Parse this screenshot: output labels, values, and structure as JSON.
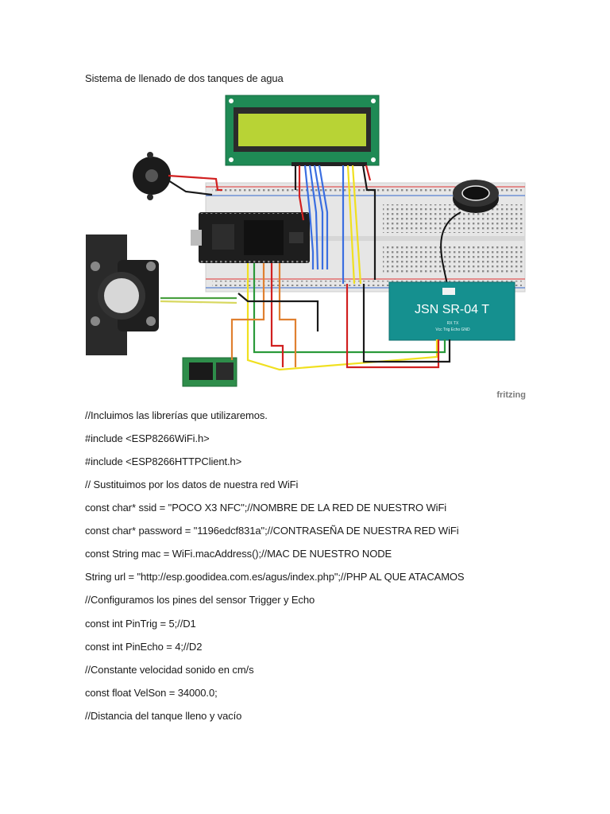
{
  "document": {
    "title": "Sistema de llenado de dos tanques de agua"
  },
  "figure": {
    "sensor_label": "JSN SR-04 T",
    "sensor_pins": "Vcc Trig Echo GND",
    "sensor_pins_top": "RX   TX",
    "watermark": "fritzing"
  },
  "code_lines": [
    "//Incluimos las librerías que utilizaremos.",
    "#include <ESP8266WiFi.h>",
    "#include <ESP8266HTTPClient.h>",
    "// Sustituimos por los datos de nuestra red WiFi",
    "const char* ssid = \"POCO X3 NFC\";//NOMBRE DE LA RED DE NUESTRO WiFi",
    "const char* password = \"1196edcf831a\";//CONTRASEÑA DE NUESTRA RED WiFi",
    "const String mac = WiFi.macAddress();//MAC DE NUESTRO NODE",
    "String url = \"http://esp.goodidea.com.es/agus/index.php\";//PHP AL QUE ATACAMOS",
    "//Configuramos los pines del sensor Trigger y Echo",
    "const int PinTrig = 5;//D1",
    "const int PinEcho = 4;//D2",
    "//Constante velocidad sonido en cm/s",
    "const float VelSon = 34000.0;",
    "//Distancia del tanque lleno y vacío"
  ]
}
